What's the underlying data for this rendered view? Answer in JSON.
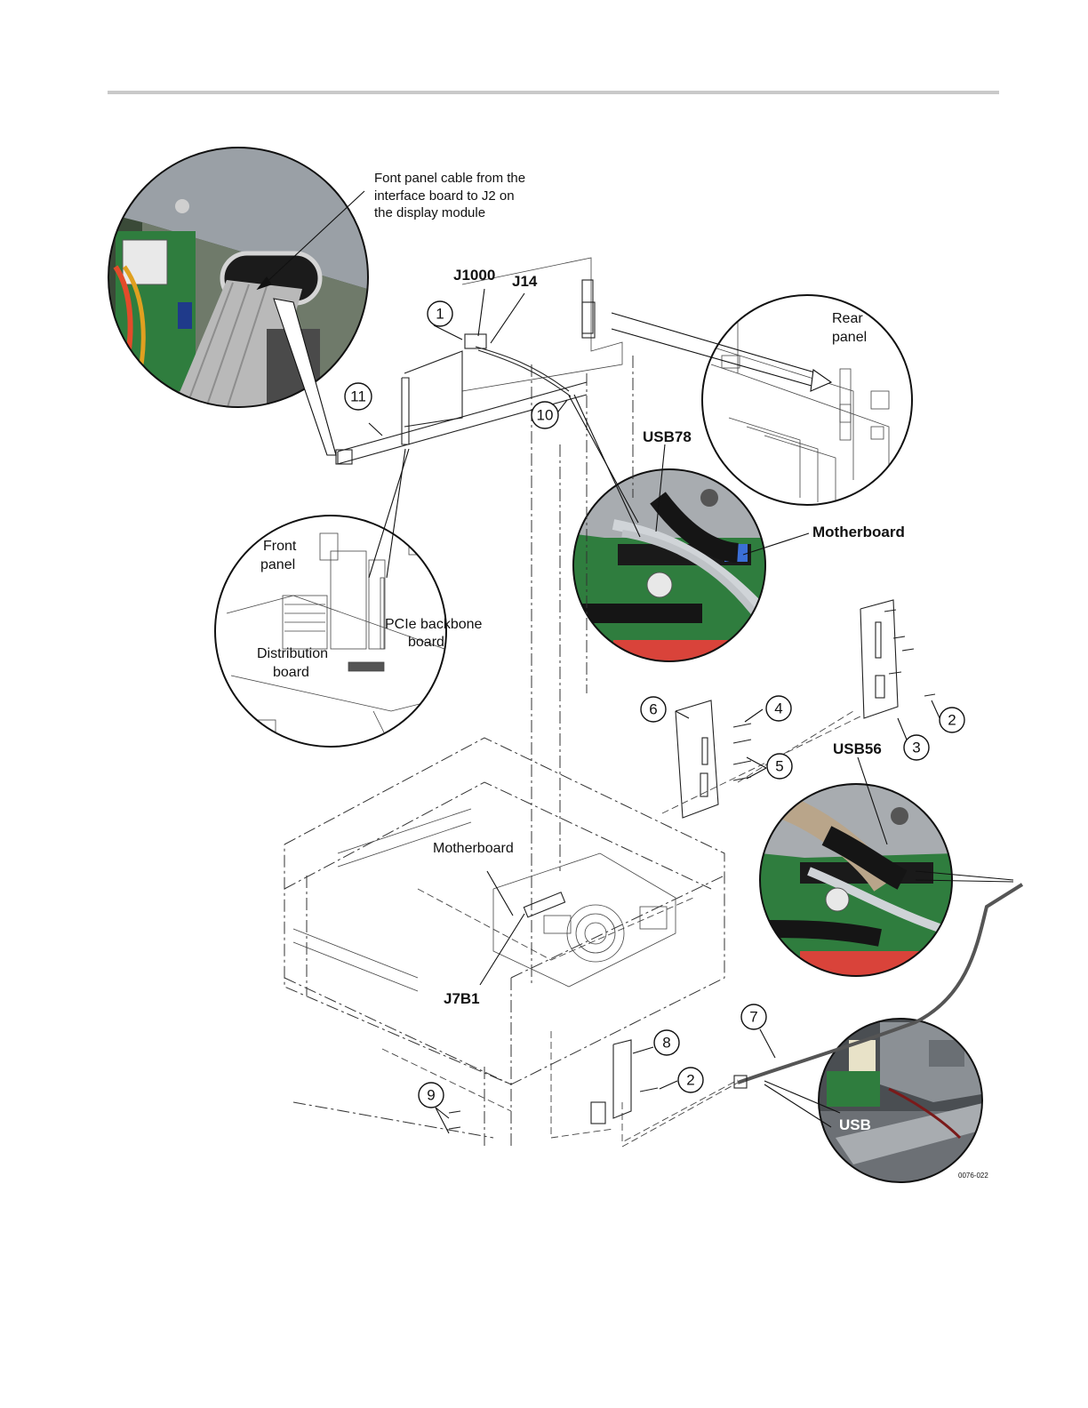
{
  "callouts": {
    "front_panel_cable": [
      "Font panel cable from the",
      "interface board to J2 on",
      "the display module"
    ],
    "j1000": "J1000",
    "j14": "J14",
    "rear_panel": [
      "Rear",
      "panel"
    ],
    "usb78": "USB78",
    "motherboard_top": "Motherboard",
    "front_panel": [
      "Front",
      "panel"
    ],
    "distribution_board": [
      "Distribution",
      "board"
    ],
    "pcie_backbone": [
      "PCIe backbone",
      "board"
    ],
    "usb56": "USB56",
    "motherboard_main": "Motherboard",
    "j7b1": "J7B1",
    "usb": "USB",
    "figure_id": "0076-022"
  },
  "item_numbers": [
    "1",
    "2",
    "3",
    "4",
    "5",
    "6",
    "7",
    "8",
    "9",
    "10",
    "11",
    "2"
  ],
  "colors": {
    "header_rule": "#c9c9c9",
    "circuit_board_green": "#2f7d3e",
    "ribbon_cable_gray": "#b9b9b9",
    "chassis_metal": "#9aa0a6"
  }
}
